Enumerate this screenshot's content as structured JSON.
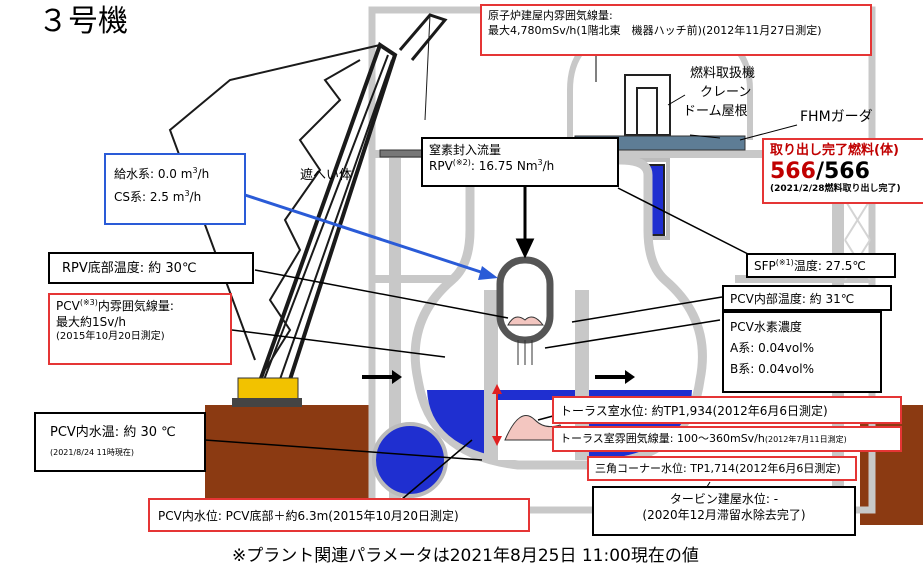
{
  "title": "３号機",
  "reactor_building_dose": {
    "line1": "原子炉建屋内雰囲気線量:",
    "line2": "最大4,780mSv/h(1階北東　機器ハッチ前)(2012年11月27日測定)"
  },
  "labels": {
    "fuel_handling_machine": "燃料取扱機",
    "crane": "クレーン",
    "dome_roof": "ドーム屋根",
    "fhm_girder": "FHMガーダ",
    "shield": "遮へい体"
  },
  "fuel_removal": {
    "title": "取り出し完了燃料(体)",
    "count_done": "566",
    "separator": "/",
    "count_total": "566",
    "note": "(2021/2/28燃料取り出し完了)"
  },
  "water_supply": {
    "feedwater_label": "給水系: 0.0 m",
    "feedwater_unit": "/h",
    "cs_label": "CS系:  2.5 m",
    "cs_unit": "/h",
    "sup": "3"
  },
  "nitrogen": {
    "title": "窒素封入流量",
    "prefix": "RPV",
    "note": "(※2)",
    "value": ": 16.75 Nm",
    "unit": "/h",
    "sup": "3"
  },
  "sfp_temp": {
    "prefix": "SFP",
    "note": "(※1)",
    "value": "温度: 27.5℃"
  },
  "rpv_bottom_temp": "RPV底部温度: 約 30℃",
  "pcv_dose": {
    "prefix": "PCV",
    "note": "(※3)",
    "line1": "内雰囲気線量:",
    "line2": "最大約1Sv/h",
    "line3": "(2015年10月20日測定)"
  },
  "pcv_temp": "PCV内部温度: 約 31℃",
  "pcv_hydrogen": {
    "title": "PCV水素濃度",
    "a": "A系:  0.04vol%",
    "b": "B系:  0.04vol%"
  },
  "pcv_water_temp": {
    "line1": "PCV内水温: 約 30 ℃",
    "line2": "(2021/8/24 11時現在)"
  },
  "torus_level": "トーラス室水位: 約TP1,934(2012年6月6日測定)",
  "torus_dose": {
    "main": "トーラス室雰囲気線量: 100～360mSv/h",
    "date": "(2012年7月11日測定)"
  },
  "triangle_corner": "三角コーナー水位: TP1,714(2012年6月6日測定)",
  "pcv_water_level": "PCV内水位: PCV底部＋約6.3m(2015年10月20日測定)",
  "turbine_level": {
    "line1": "タービン建屋水位: -",
    "line2": "(2020年12月滞留水除去完了)"
  },
  "footer": "※プラント関連パラメータは2021年8月25日 11:00現在の値",
  "colors": {
    "red_border": "#e53535",
    "blue_border": "#2a5bd7",
    "water": "#1f2fd0",
    "ground": "#8b3a12",
    "structure": "#c8c8c8",
    "crane": "#1a1a1a",
    "crane_yellow": "#f2c200"
  }
}
